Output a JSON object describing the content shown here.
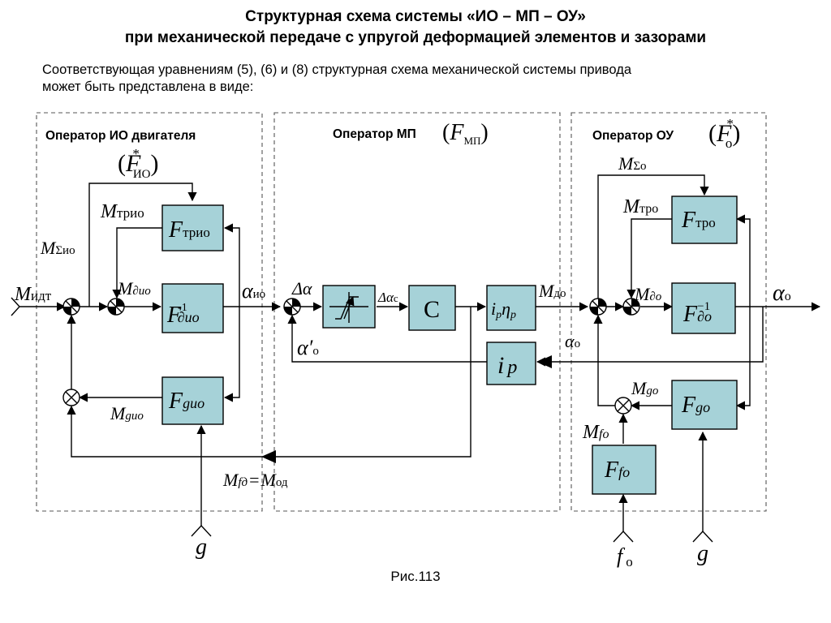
{
  "header": {
    "title_line1": "Структурная схема системы «ИО – МП – ОУ»",
    "title_line2": "при механической передаче с упругой деформацией элементов и зазорами",
    "intro_line1": "Соответствующая уравнениям (5), (6) и (8) структурная схема механической системы привода",
    "intro_line2": "может быть представлена в виде:"
  },
  "operators": {
    "io": {
      "label": "Оператор ИО двигателя",
      "sym": "F",
      "sup": "*",
      "sub": "ИО"
    },
    "mp": {
      "label": "Оператор МП",
      "sym": "F",
      "sub": "МП"
    },
    "ou": {
      "label": "Оператор ОУ",
      "sym": "F",
      "sup": "*",
      "sub": "о"
    }
  },
  "blocks": {
    "ftrio": {
      "sym": "F",
      "sub": "трио"
    },
    "fdio": {
      "sym": "F",
      "sup": "-1",
      "sub": "∂ио"
    },
    "fgio": {
      "sym": "F",
      "sub": "gио"
    },
    "backlash": {
      "sym": ""
    },
    "c": {
      "sym": "C"
    },
    "ipnp": {
      "sym": "i",
      "s1": "p",
      "sym2": "η",
      "s2": "p"
    },
    "ip": {
      "sym": "i",
      "sub": "p"
    },
    "ftro": {
      "sym": "F",
      "sub": "тро"
    },
    "fdo": {
      "sym": "F",
      "sup": "−1",
      "sub": "∂о"
    },
    "fgo": {
      "sym": "F",
      "sub": "gо"
    },
    "ffo": {
      "sym": "F",
      "sub": "fо"
    }
  },
  "signals": {
    "m_idt": {
      "sym": "M",
      "sub": "идт"
    },
    "m_sio": {
      "sym": "M",
      "sub": "Σио"
    },
    "m_trio": {
      "sym": "M",
      "sub": "трио"
    },
    "m_dio": {
      "sym": "M",
      "sub": "∂ио"
    },
    "alpha_io": {
      "sym": "α",
      "sub": "ио"
    },
    "m_gio": {
      "sym": "M",
      "sub": "gио"
    },
    "delta_alpha": {
      "sym": "Δα"
    },
    "delta_alpha_c": {
      "sym": "Δα",
      "sub": "с"
    },
    "alpha_prime_o": {
      "sym": "α′",
      "sub": "о"
    },
    "m_do": {
      "sym": "M",
      "sub": "до"
    },
    "alpha_o_fb": {
      "sym": "α",
      "sub": "о"
    },
    "m_so": {
      "sym": "M",
      "sub": "Σо"
    },
    "m_tro": {
      "sym": "M",
      "sub": "тро"
    },
    "m_d_o": {
      "sym": "M",
      "sub": "∂о"
    },
    "alpha_o_out": {
      "sym": "α",
      "sub": "о"
    },
    "m_go": {
      "sym": "M",
      "sub": "gо"
    },
    "m_fo": {
      "sym": "M",
      "sub": "fо"
    },
    "m_fd": {
      "sym": "M",
      "sub": "fд"
    },
    "eq": "=",
    "m_od": {
      "sym": "M",
      "sub": "од"
    },
    "g_left": {
      "sym": "g"
    },
    "g_right": {
      "sym": "g"
    },
    "f_o": {
      "sym": "f",
      "sub": "о"
    }
  },
  "caption": "Рис.113"
}
